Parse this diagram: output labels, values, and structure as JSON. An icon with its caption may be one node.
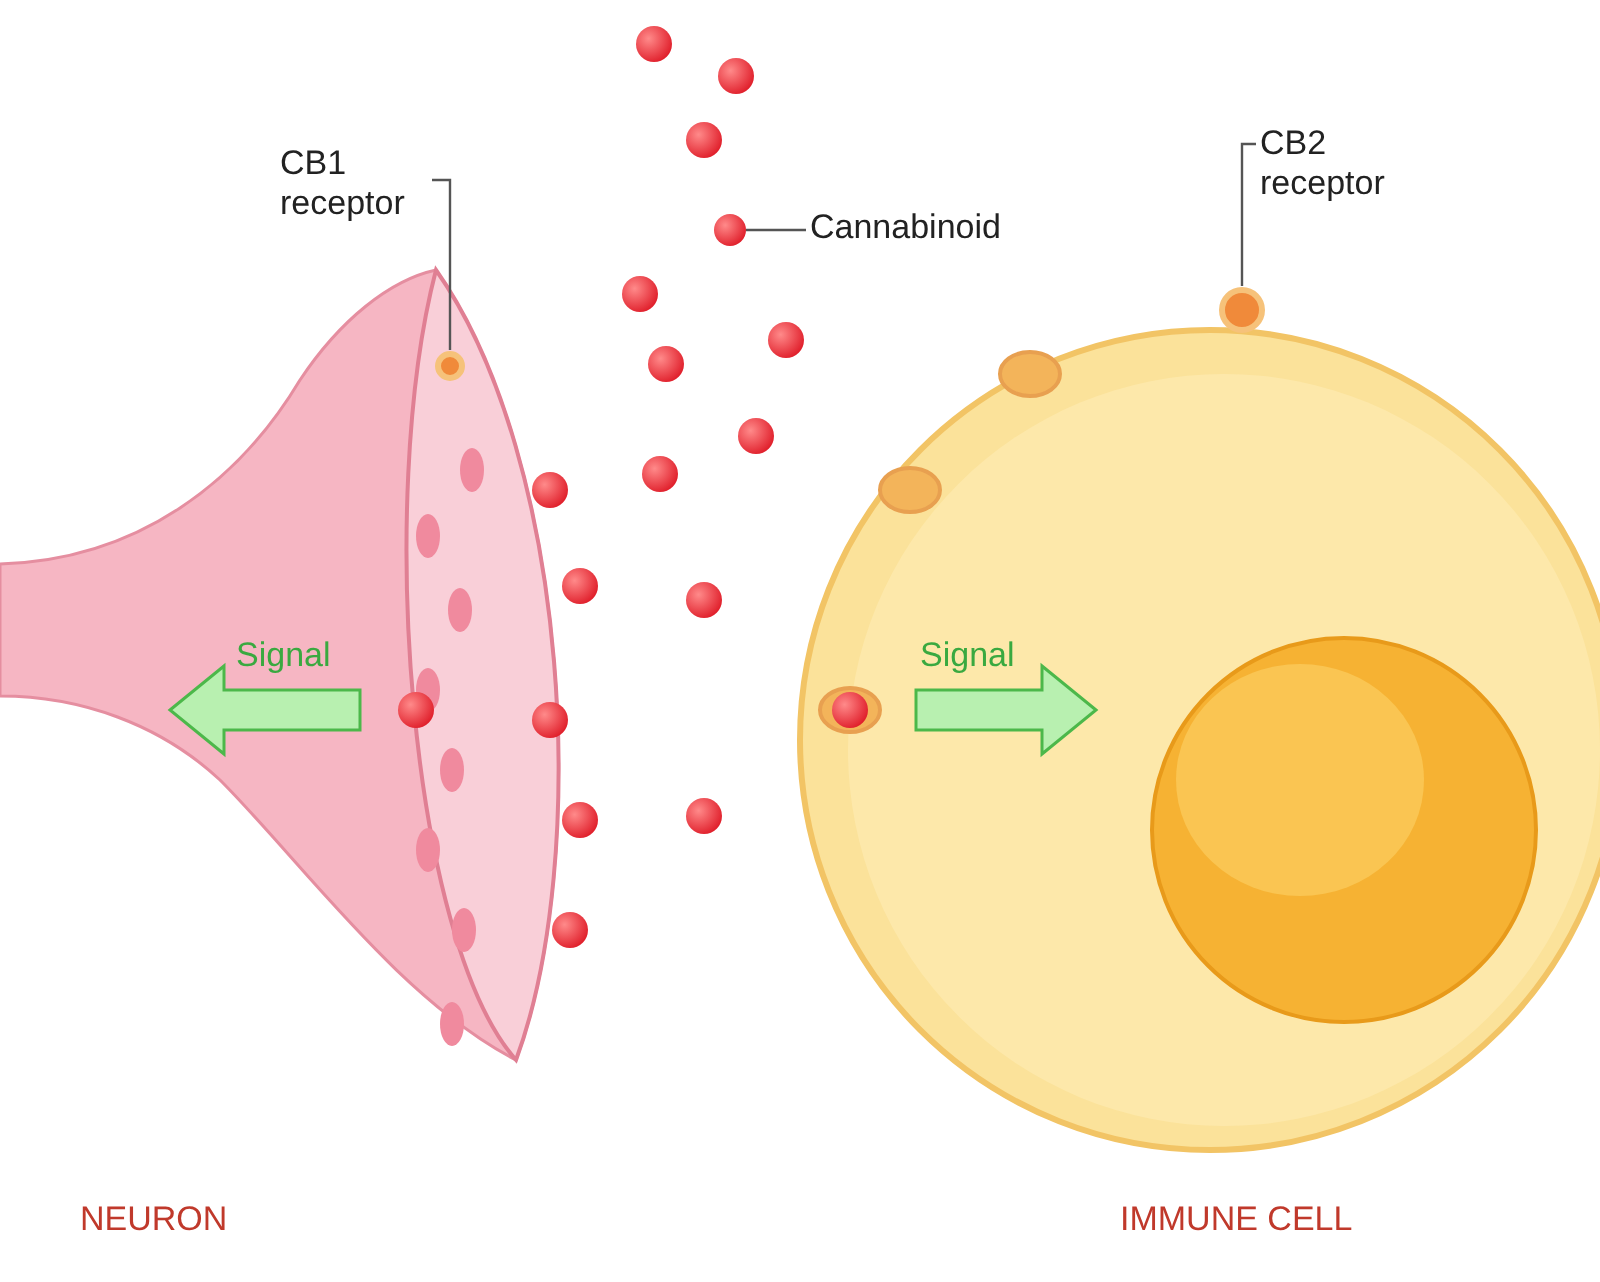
{
  "diagram": {
    "nodes": [
      {
        "text": [
          "CB1 receptor"
        ]
      },
      {
        "text": [],
        "shape": "circle"
      },
      {
        "text": [
          "Cannabinoid"
        ]
      },
      {
        "text": [],
        "shape": "circle"
      },
      {
        "text": [
          "CB2 receptor"
        ]
      },
      {
        "text": [],
        "shape": "circle"
      }
    ],
    "edges": [
      {
        "from": 0,
        "to": 1,
        "arrow": "none"
      },
      {
        "from": 2,
        "to": 3,
        "arrow": "none"
      },
      {
        "from": 4,
        "to": 5,
        "arrow": "none"
      }
    ],
    "labels": [
      "Signal",
      "Signal",
      "NEURON",
      "IMMUNE CELL"
    ]
  }
}
